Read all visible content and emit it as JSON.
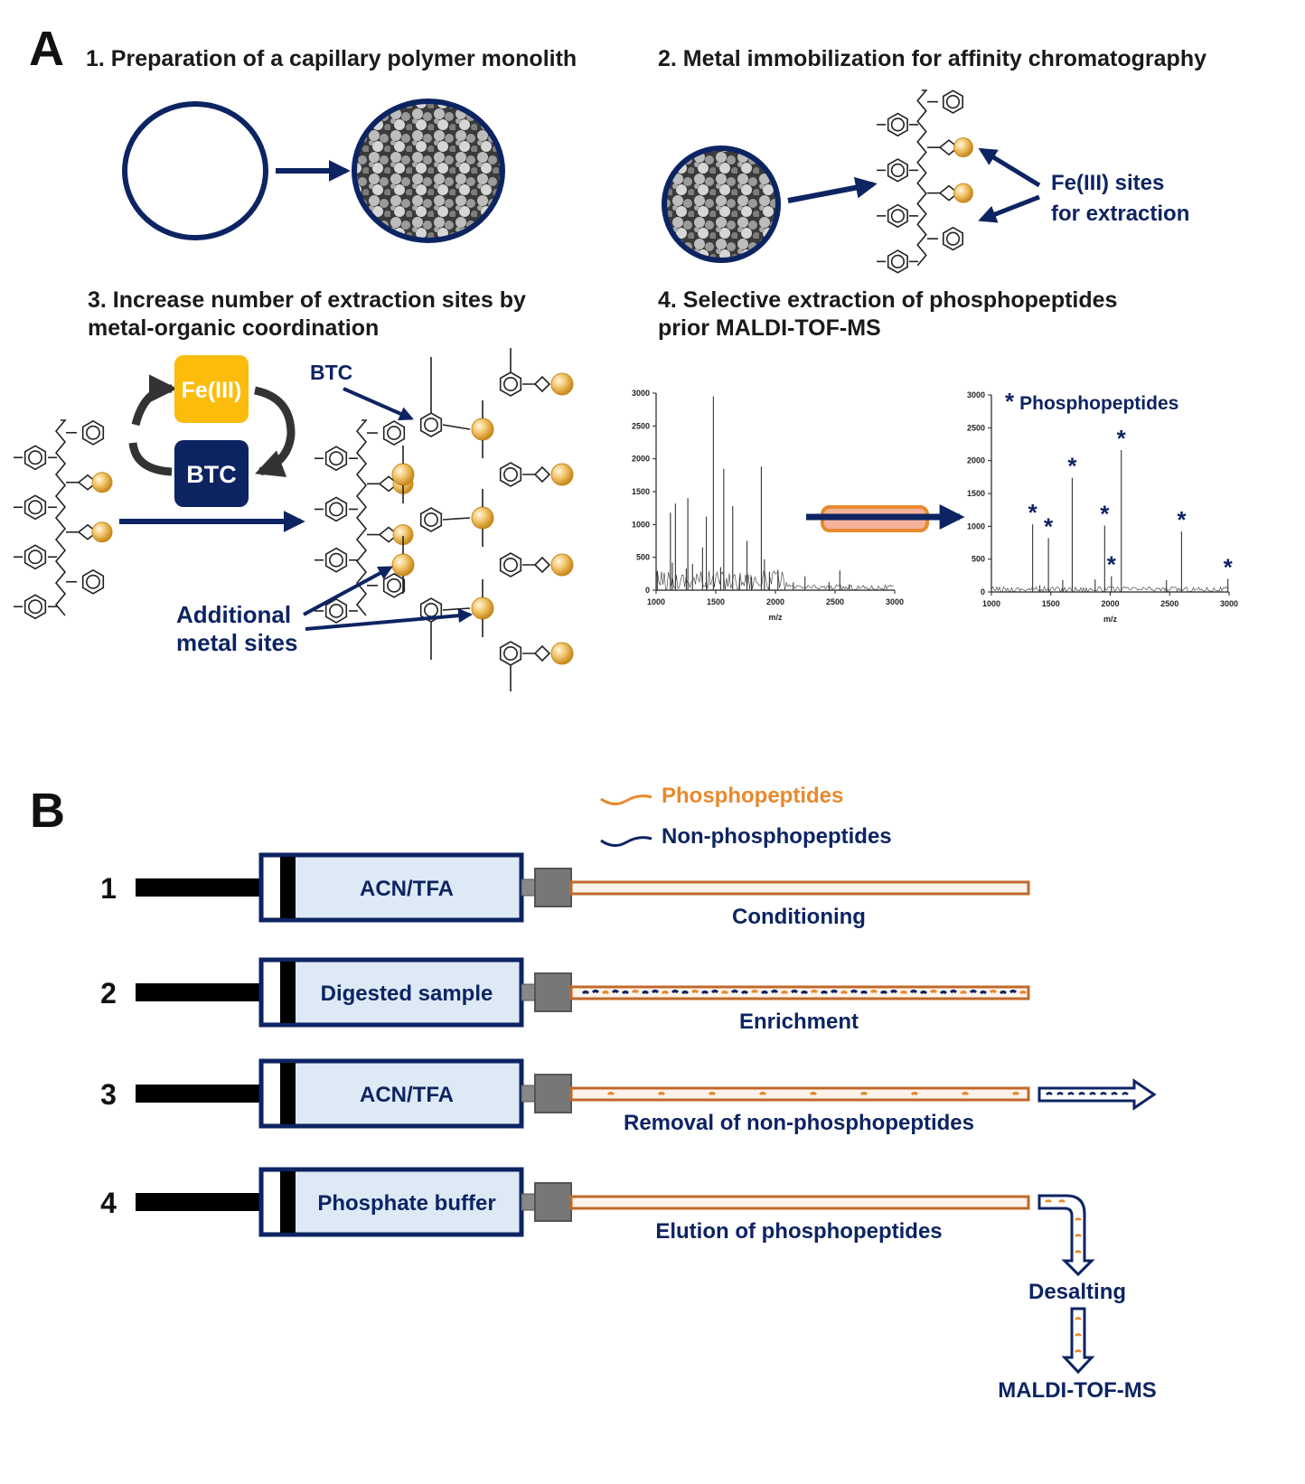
{
  "colors": {
    "navy": "#0d2463",
    "gold": "#fbbc0b",
    "orange": "#e8892e",
    "capillary": "#c0692a",
    "barrel": "#dde9f5",
    "connector": "#777777"
  },
  "panelA": {
    "label": "A",
    "step1_title": "1. Preparation of a capillary polymer monolith",
    "step2_title": "2. Metal immobilization for affinity chromatography",
    "step2_label_line1": "Fe(III) sites",
    "step2_label_line2": "for extraction",
    "step3_title_line1": "3. Increase number of extraction sites by",
    "step3_title_line2": "metal-organic coordination",
    "fe_box": "Fe(III)",
    "btc_box": "BTC",
    "btc_label": "BTC",
    "additional_line1": "Additional",
    "additional_line2": "metal sites",
    "step4_title_line1": "4. Selective extraction of phosphopeptides",
    "step4_title_line2": "prior MALDI-TOF-MS",
    "legend_phospho": "Phosphopeptides"
  },
  "spectra": {
    "xlabel": "m/z",
    "xticks": [
      "1000",
      "1500",
      "2000",
      "2500",
      "3000"
    ],
    "yticks": [
      "0",
      "500",
      "1000",
      "1500",
      "2000",
      "2500",
      "3000"
    ],
    "xlim": [
      1000,
      3000
    ],
    "ylim": [
      0,
      3000
    ],
    "before": [
      [
        1010,
        290
      ],
      [
        1120,
        1180
      ],
      [
        1136,
        420
      ],
      [
        1162,
        1320
      ],
      [
        1253,
        330
      ],
      [
        1266,
        1400
      ],
      [
        1305,
        400
      ],
      [
        1389,
        650
      ],
      [
        1421,
        1120
      ],
      [
        1480,
        2950
      ],
      [
        1541,
        350
      ],
      [
        1567,
        1850
      ],
      [
        1642,
        1280
      ],
      [
        1700,
        200
      ],
      [
        1762,
        750
      ],
      [
        1800,
        200
      ],
      [
        1882,
        1880
      ],
      [
        1908,
        470
      ],
      [
        1950,
        280
      ],
      [
        2021,
        310
      ],
      [
        2150,
        120
      ],
      [
        2248,
        210
      ],
      [
        2450,
        120
      ],
      [
        2540,
        300
      ],
      [
        2620,
        90
      ]
    ],
    "after": [
      [
        1347,
        1030,
        true
      ],
      [
        1407,
        100,
        false
      ],
      [
        1480,
        820,
        true
      ],
      [
        1600,
        180,
        false
      ],
      [
        1680,
        1740,
        true
      ],
      [
        1873,
        190,
        false
      ],
      [
        1953,
        1010,
        true
      ],
      [
        2010,
        240,
        true
      ],
      [
        2093,
        2160,
        true
      ],
      [
        2473,
        180,
        false
      ],
      [
        2600,
        920,
        true
      ],
      [
        2990,
        200,
        true
      ]
    ]
  },
  "panelB": {
    "label": "B",
    "legend": [
      {
        "label": "Phosphopeptides"
      },
      {
        "label": "Non-phosphopeptides"
      }
    ],
    "rows": [
      {
        "number": "1",
        "syringe": "ACN/TFA",
        "step": "Conditioning"
      },
      {
        "number": "2",
        "syringe": "Digested sample",
        "step": "Enrichment"
      },
      {
        "number": "3",
        "syringe": "ACN/TFA",
        "step": "Removal of non-phosphopeptides"
      },
      {
        "number": "4",
        "syringe": "Phosphate buffer",
        "step": "Elution of phosphopeptides"
      }
    ],
    "desalting": "Desalting",
    "maldi": "MALDI-TOF-MS"
  }
}
